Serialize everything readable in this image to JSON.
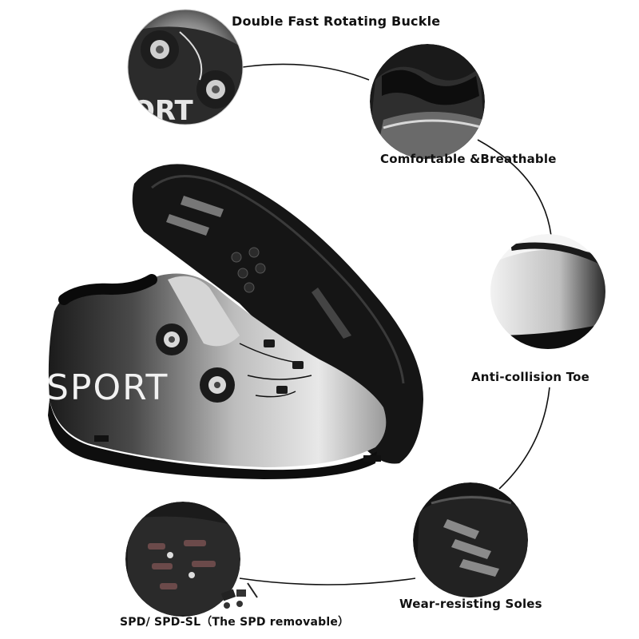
{
  "callouts": {
    "buckle": "Double Fast Rotating Buckle",
    "breathable": "Comfortable &Breathable",
    "toe": "Anti-collision Toe",
    "sole": "Wear-resisting Soles",
    "spd": "SPD/ SPD-SL（The SPD removable）"
  },
  "shoe": {
    "brand_print": "SPORT"
  },
  "colors": {
    "shoe_black": "#111111",
    "shoe_silver": "#c9c9c9",
    "callout_line": "#111111"
  }
}
